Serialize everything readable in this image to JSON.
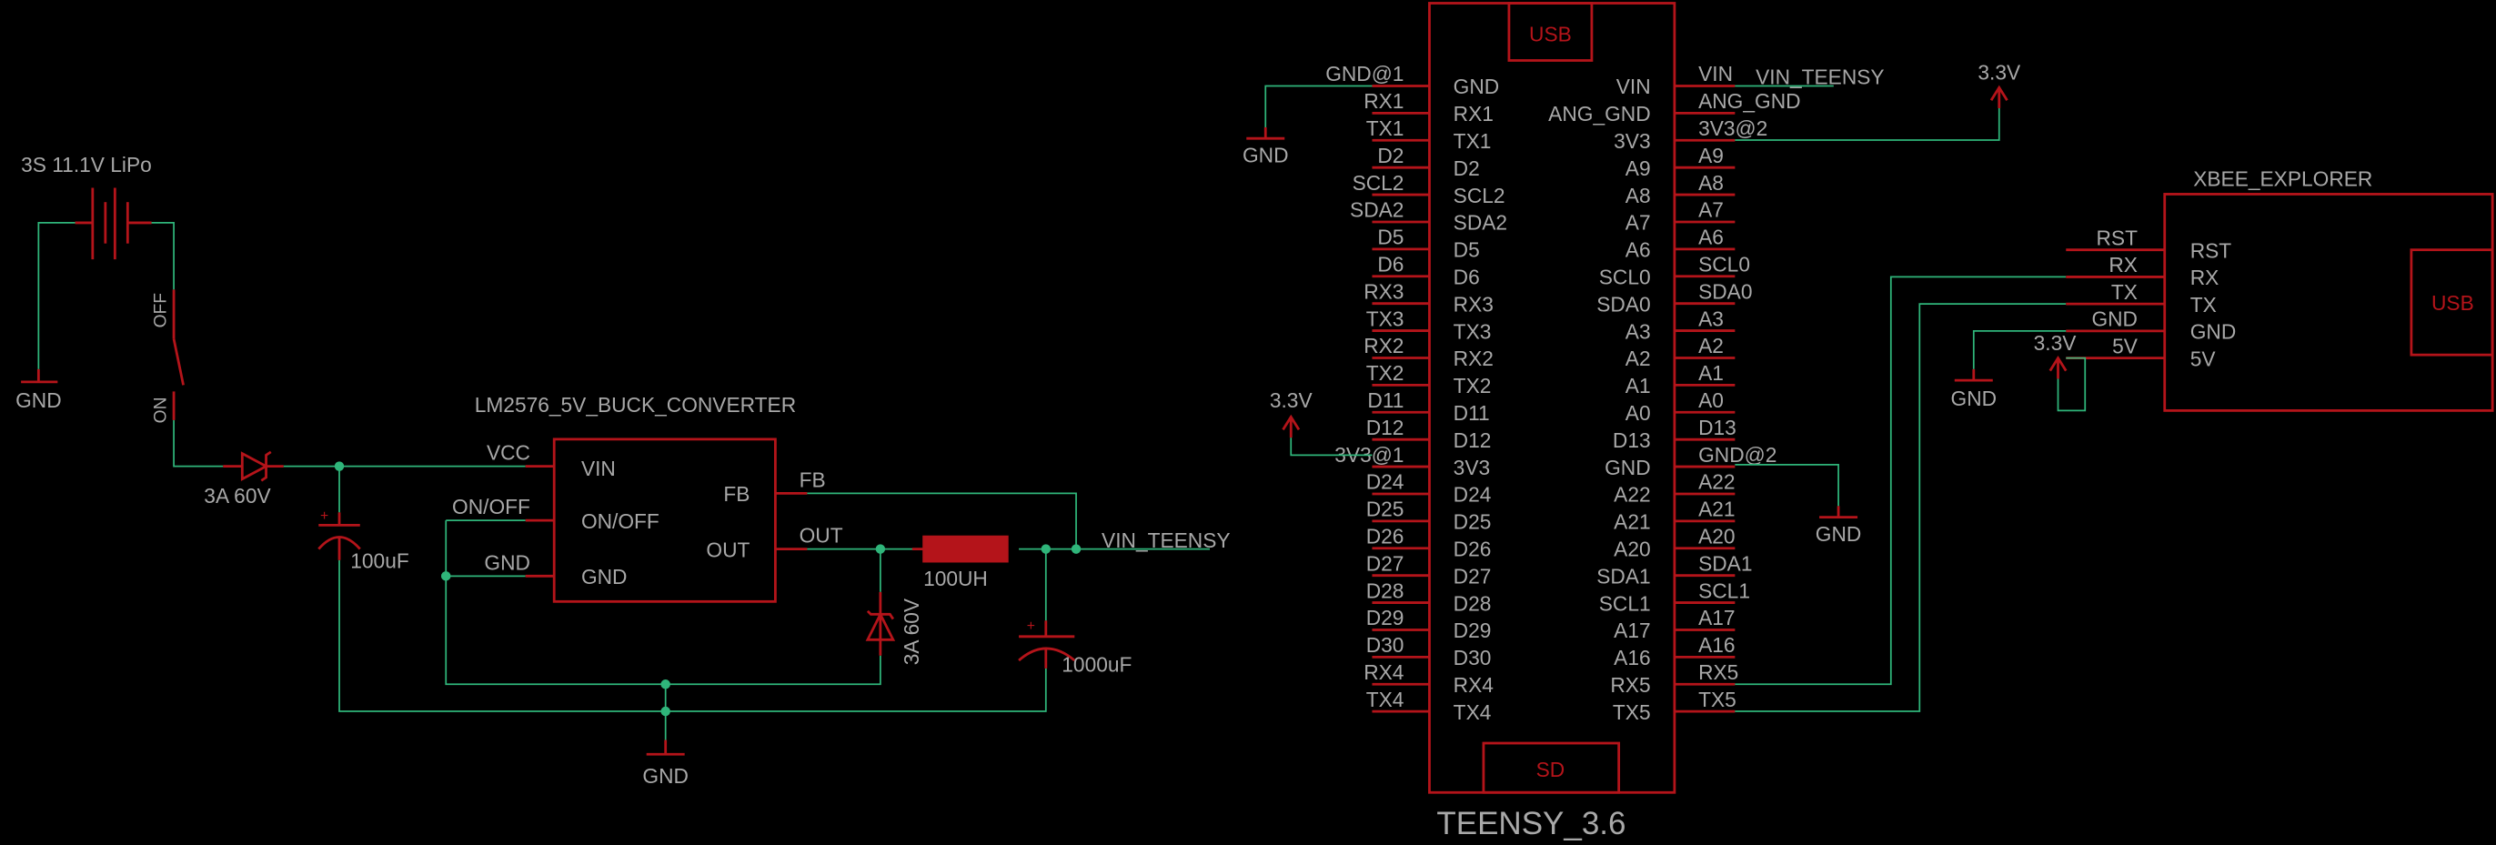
{
  "colors": {
    "background": "#000000",
    "symbol": "#b4141a",
    "wire": "#2fb57a",
    "text": "#a8a8a8"
  },
  "battery": {
    "label": "3S 11.1V LiPo"
  },
  "switch": {
    "off_label": "OFF",
    "on_label": "ON"
  },
  "input_diode": {
    "label": "3A 60V"
  },
  "input_cap": {
    "label": "100uF"
  },
  "output_cap": {
    "label": "1000uF"
  },
  "catch_diode": {
    "label": "3A 60V"
  },
  "inductor": {
    "label": "100UH"
  },
  "net_vin_teensy": "VIN_TEENSY",
  "power": {
    "gnd": "GND",
    "v33": "3.3V"
  },
  "regulator": {
    "name": "LM2576_5V_BUCK_CONVERTER",
    "inner": {
      "vin": "VIN",
      "onoff": "ON/OFF",
      "gnd": "GND",
      "fb": "FB",
      "out": "OUT"
    },
    "outer": {
      "vcc": "VCC",
      "onoff": "ON/OFF",
      "gnd": "GND",
      "fb": "FB",
      "out": "OUT"
    }
  },
  "teensy": {
    "name": "TEENSY_3.6",
    "usb": "USB",
    "sd": "SD",
    "left_pins": [
      {
        "outer": "GND@1",
        "inner": "GND"
      },
      {
        "outer": "RX1",
        "inner": "RX1"
      },
      {
        "outer": "TX1",
        "inner": "TX1"
      },
      {
        "outer": "D2",
        "inner": "D2"
      },
      {
        "outer": "SCL2",
        "inner": "SCL2"
      },
      {
        "outer": "SDA2",
        "inner": "SDA2"
      },
      {
        "outer": "D5",
        "inner": "D5"
      },
      {
        "outer": "D6",
        "inner": "D6"
      },
      {
        "outer": "RX3",
        "inner": "RX3"
      },
      {
        "outer": "TX3",
        "inner": "TX3"
      },
      {
        "outer": "RX2",
        "inner": "RX2"
      },
      {
        "outer": "TX2",
        "inner": "TX2"
      },
      {
        "outer": "D11",
        "inner": "D11"
      },
      {
        "outer": "D12",
        "inner": "D12"
      },
      {
        "outer": "3V3@1",
        "inner": "3V3"
      },
      {
        "outer": "D24",
        "inner": "D24"
      },
      {
        "outer": "D25",
        "inner": "D25"
      },
      {
        "outer": "D26",
        "inner": "D26"
      },
      {
        "outer": "D27",
        "inner": "D27"
      },
      {
        "outer": "D28",
        "inner": "D28"
      },
      {
        "outer": "D29",
        "inner": "D29"
      },
      {
        "outer": "D30",
        "inner": "D30"
      },
      {
        "outer": "RX4",
        "inner": "RX4"
      },
      {
        "outer": "TX4",
        "inner": "TX4"
      }
    ],
    "right_pins": [
      {
        "outer": "VIN",
        "inner": "VIN"
      },
      {
        "outer": "ANG_GND",
        "inner": "ANG_GND"
      },
      {
        "outer": "3V3@2",
        "inner": "3V3"
      },
      {
        "outer": "A9",
        "inner": "A9"
      },
      {
        "outer": "A8",
        "inner": "A8"
      },
      {
        "outer": "A7",
        "inner": "A7"
      },
      {
        "outer": "A6",
        "inner": "A6"
      },
      {
        "outer": "SCL0",
        "inner": "SCL0"
      },
      {
        "outer": "SDA0",
        "inner": "SDA0"
      },
      {
        "outer": "A3",
        "inner": "A3"
      },
      {
        "outer": "A2",
        "inner": "A2"
      },
      {
        "outer": "A1",
        "inner": "A1"
      },
      {
        "outer": "A0",
        "inner": "A0"
      },
      {
        "outer": "D13",
        "inner": "D13"
      },
      {
        "outer": "GND@2",
        "inner": "GND"
      },
      {
        "outer": "A22",
        "inner": "A22"
      },
      {
        "outer": "A21",
        "inner": "A21"
      },
      {
        "outer": "A20",
        "inner": "A20"
      },
      {
        "outer": "SDA1",
        "inner": "SDA1"
      },
      {
        "outer": "SCL1",
        "inner": "SCL1"
      },
      {
        "outer": "A17",
        "inner": "A17"
      },
      {
        "outer": "A16",
        "inner": "A16"
      },
      {
        "outer": "RX5",
        "inner": "RX5"
      },
      {
        "outer": "TX5",
        "inner": "TX5"
      }
    ]
  },
  "xbee": {
    "name": "XBEE_EXPLORER",
    "usb": "USB",
    "pins": [
      {
        "outer": "RST",
        "inner": "RST"
      },
      {
        "outer": "RX",
        "inner": "RX"
      },
      {
        "outer": "TX",
        "inner": "TX"
      },
      {
        "outer": "GND",
        "inner": "GND"
      },
      {
        "outer": "5V",
        "inner": "5V"
      }
    ]
  }
}
